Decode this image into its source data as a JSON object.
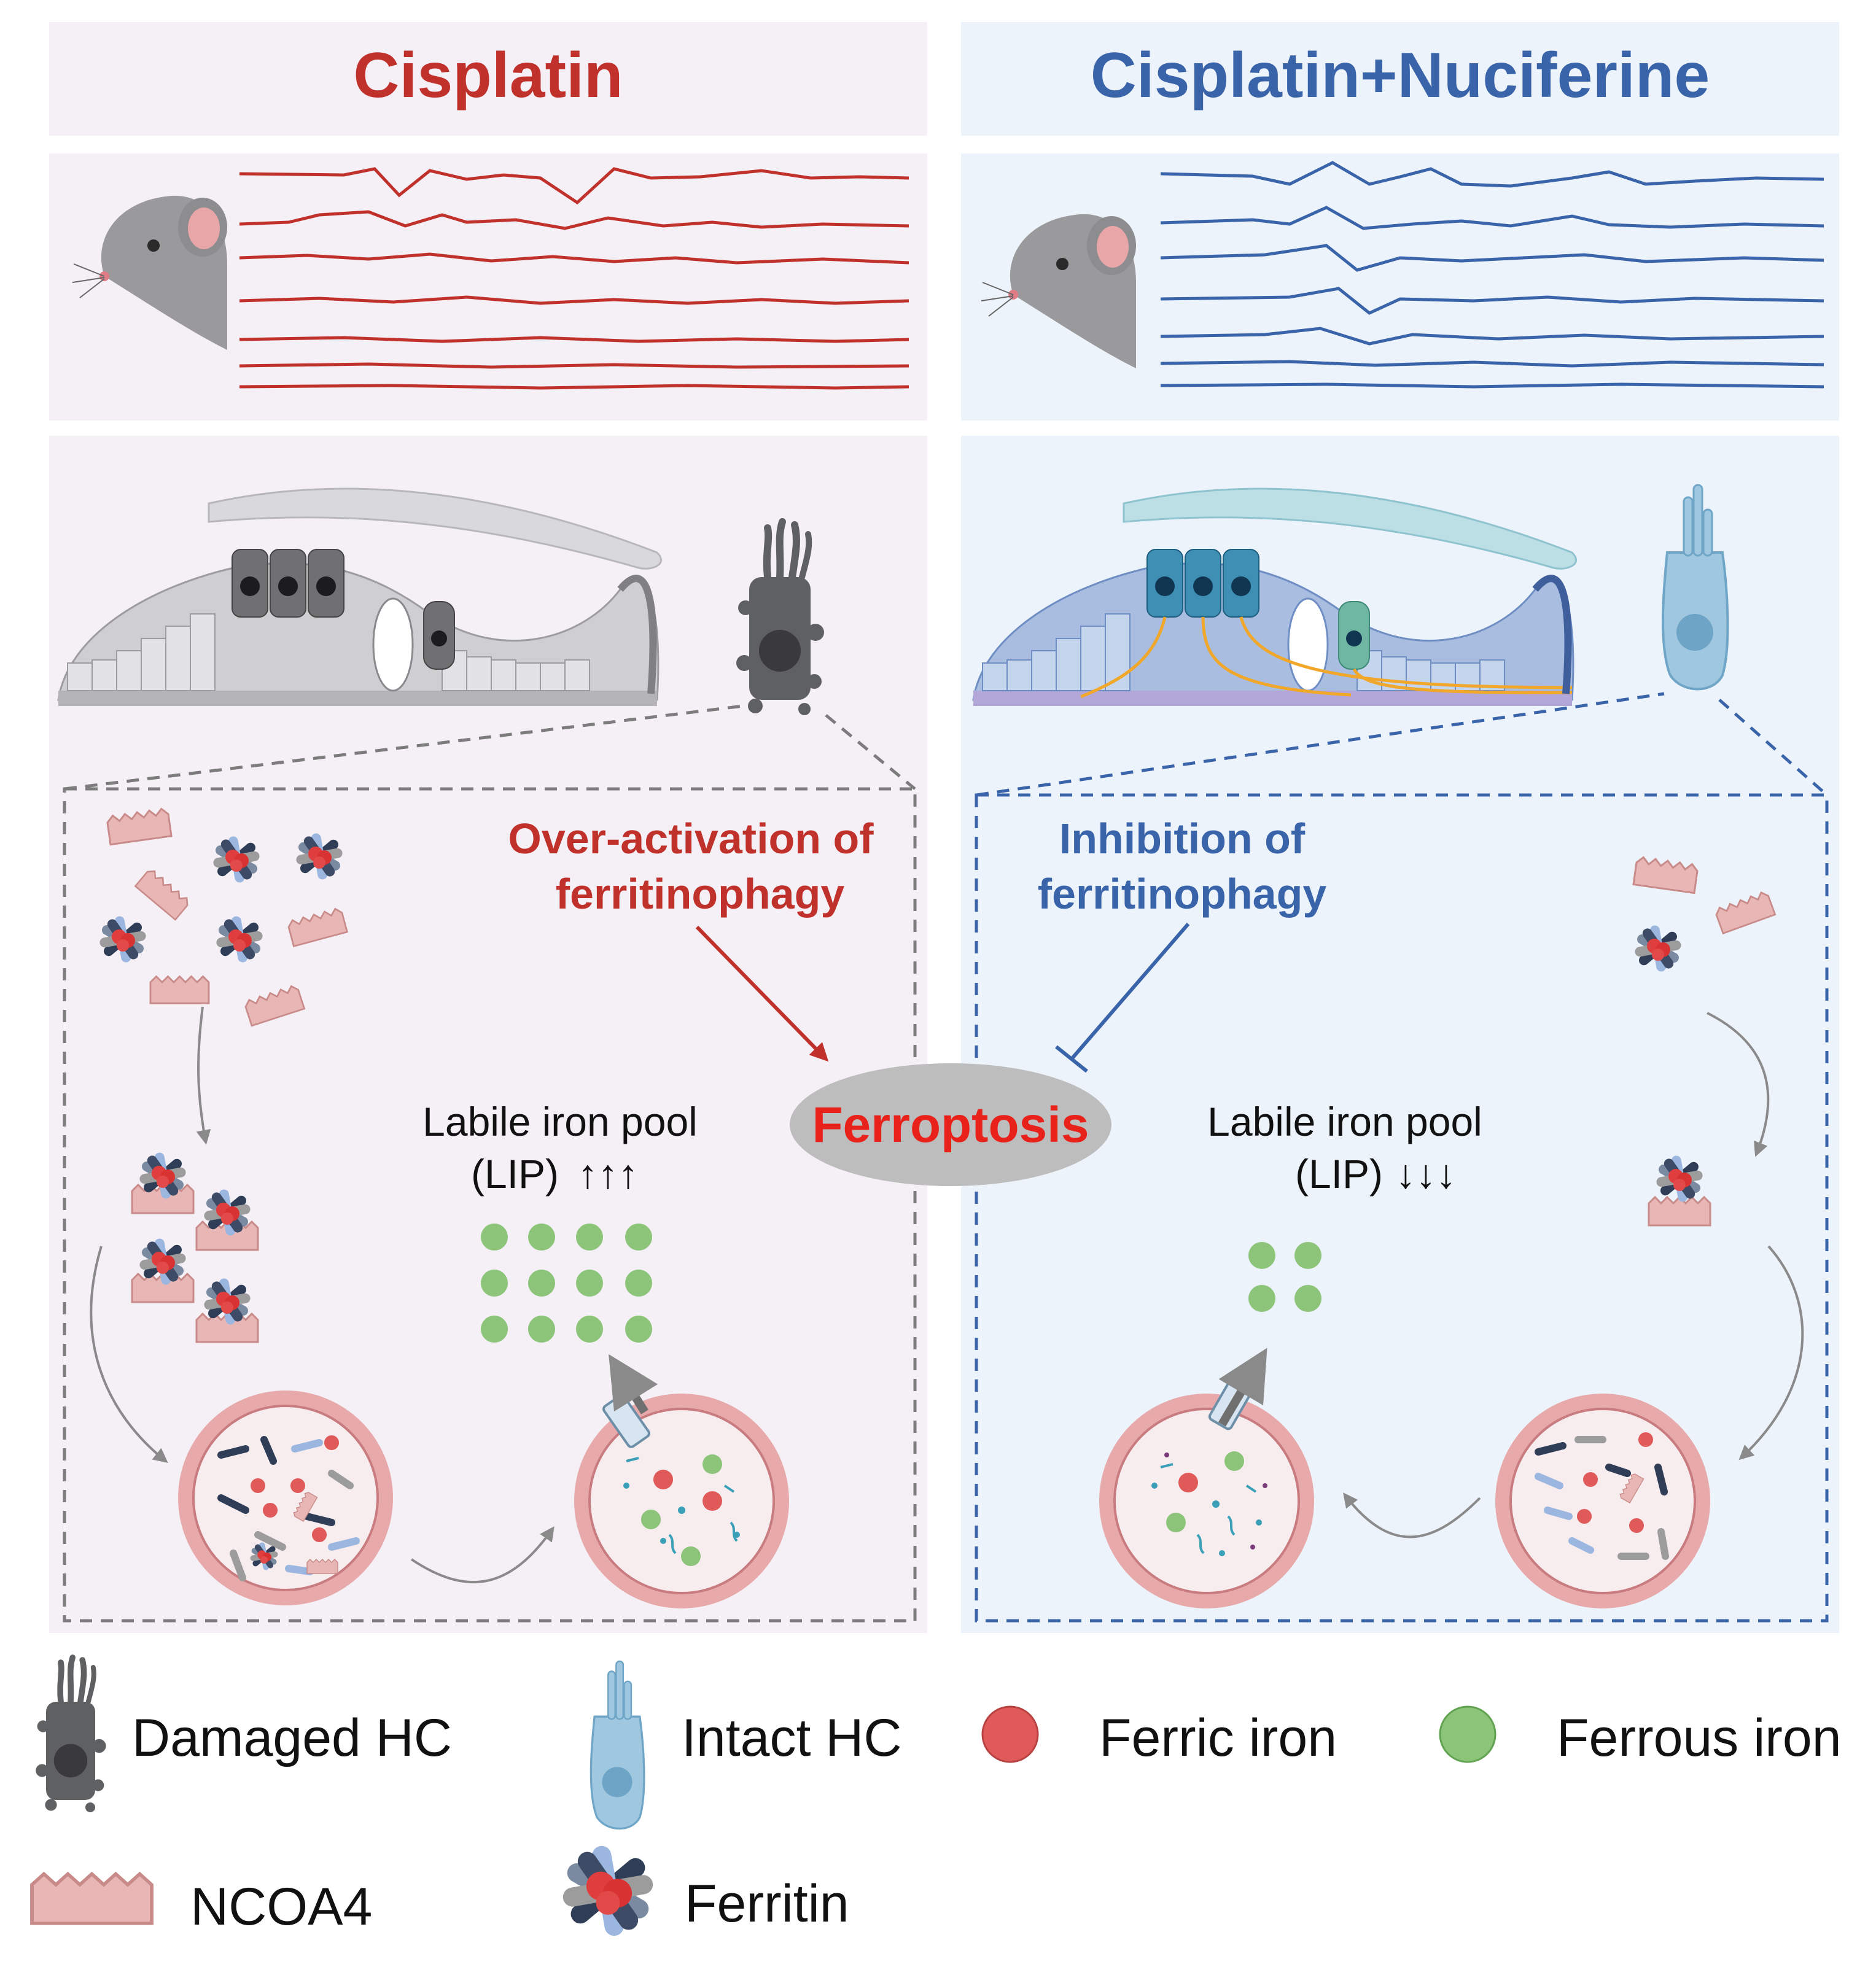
{
  "colors": {
    "cisplatin": "#c0312c",
    "nuciferine": "#3a64a9",
    "panel_left_bg": "#f5f0f6",
    "panel_right_bg": "#edf3fb",
    "ncoa4": "#e8b7b5",
    "ferric_iron": "#e05a5a",
    "ferrous_iron": "#8cc57a",
    "ferroptosis_text": "#e8221b",
    "ferroptosis_ellipse": "#bdbdbd"
  },
  "panels": {
    "left": {
      "title": "Cisplatin",
      "annotation_line1": "Over-activation of",
      "annotation_line2": "ferritinophagy",
      "lip_line1": "Labile iron pool",
      "lip_line2": "(LIP)",
      "lip_arrows": "↑↑↑"
    },
    "right": {
      "title": "Cisplatin+Nuciferine",
      "annotation_line1": "Inhibition of",
      "annotation_line2": "ferritinophagy",
      "lip_line1": "Labile iron pool",
      "lip_line2": "(LIP)",
      "lip_arrows": "↓↓↓"
    }
  },
  "center": {
    "ferroptosis_label": "Ferroptosis"
  },
  "legend": {
    "items": [
      {
        "icon": "damaged-hair-cell-icon",
        "label": "Damaged HC"
      },
      {
        "icon": "intact-hair-cell-icon",
        "label": "Intact HC"
      },
      {
        "icon": "ferric-iron-icon",
        "label": "Ferric iron"
      },
      {
        "icon": "ferrous-iron-icon",
        "label": "Ferrous iron"
      },
      {
        "icon": "ncoa4-icon",
        "label": "NCOA4"
      },
      {
        "icon": "ferritin-icon",
        "label": "Ferritin"
      }
    ]
  }
}
